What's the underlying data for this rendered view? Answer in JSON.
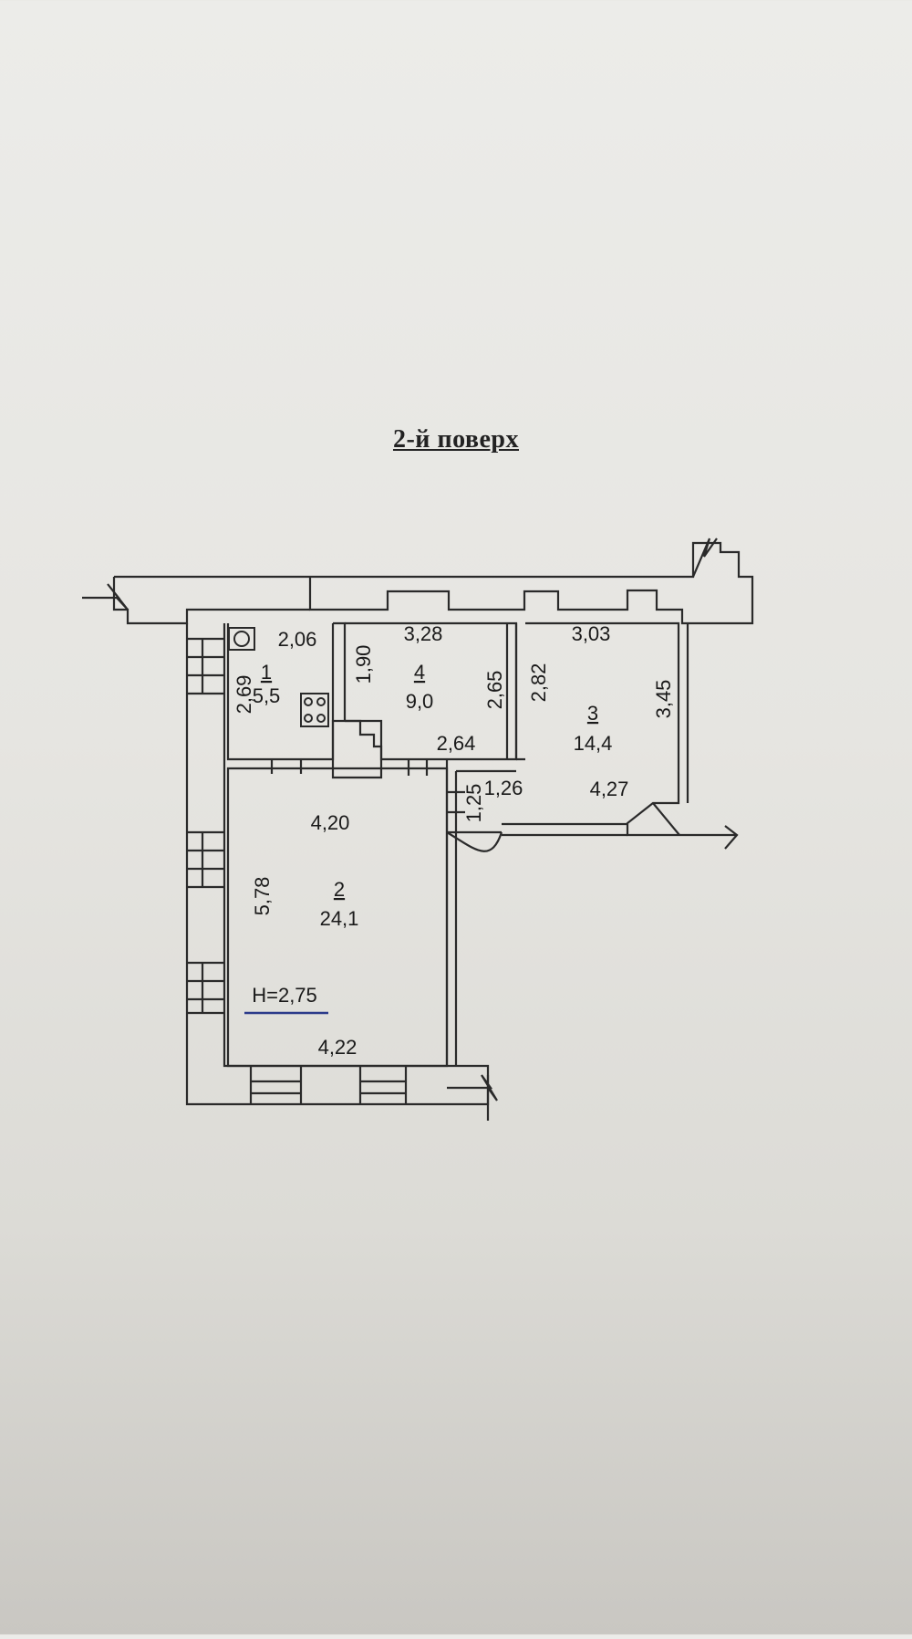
{
  "title": "2-й поверх",
  "rooms": [
    {
      "number": "1",
      "area": "5,5"
    },
    {
      "number": "2",
      "area": "24,1"
    },
    {
      "number": "3",
      "area": "14,4"
    },
    {
      "number": "4",
      "area": "9,0"
    }
  ],
  "dimensions": {
    "r1_top": "2,06",
    "r1_left": "2,69",
    "r4_top": "3,28",
    "r4_left": "1,90",
    "r4_right": "2,65",
    "r4_bottom": "2,64",
    "r3_top": "3,03",
    "r3_left": "2,82",
    "r3_right": "3,45",
    "r3_bottom": "4,27",
    "corridor_width": "1,26",
    "corridor_height": "1,25",
    "r2_top": "4,20",
    "r2_left": "5,78",
    "r2_bottom": "4,22"
  },
  "ceiling_height": "H=2,75",
  "colors": {
    "paper": "#e8e7e3",
    "ink": "#1a1a1a",
    "underline": "#2b3a8a"
  }
}
